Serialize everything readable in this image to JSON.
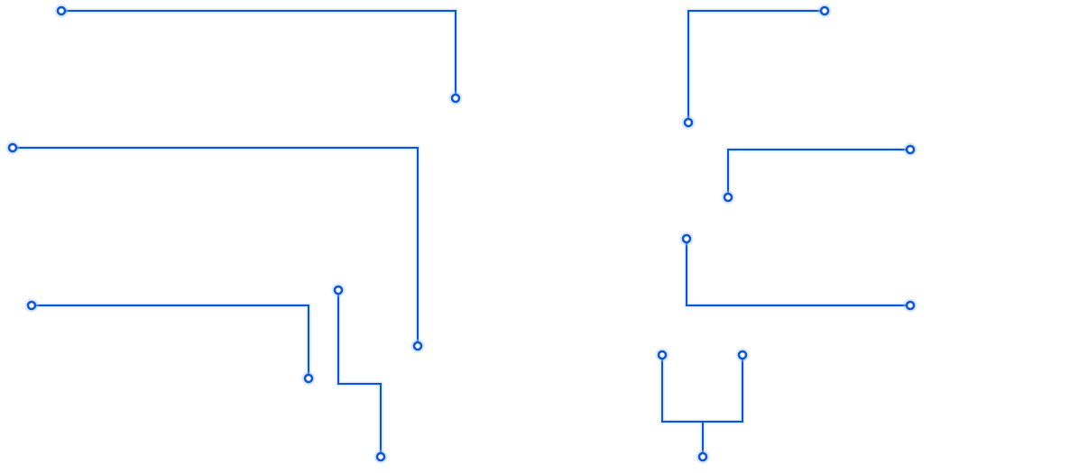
{
  "diagram": {
    "line_color": "#0a55d8",
    "glow_color": "#9fc3ff",
    "node_fill": "#ffffff",
    "connectors": [
      {
        "name": "connector-left-top"
      },
      {
        "name": "connector-left-long"
      },
      {
        "name": "connector-left-bottom"
      },
      {
        "name": "connector-left-step"
      },
      {
        "name": "connector-right-top"
      },
      {
        "name": "connector-right-upper"
      },
      {
        "name": "connector-right-lower"
      },
      {
        "name": "connector-right-fork"
      }
    ]
  }
}
